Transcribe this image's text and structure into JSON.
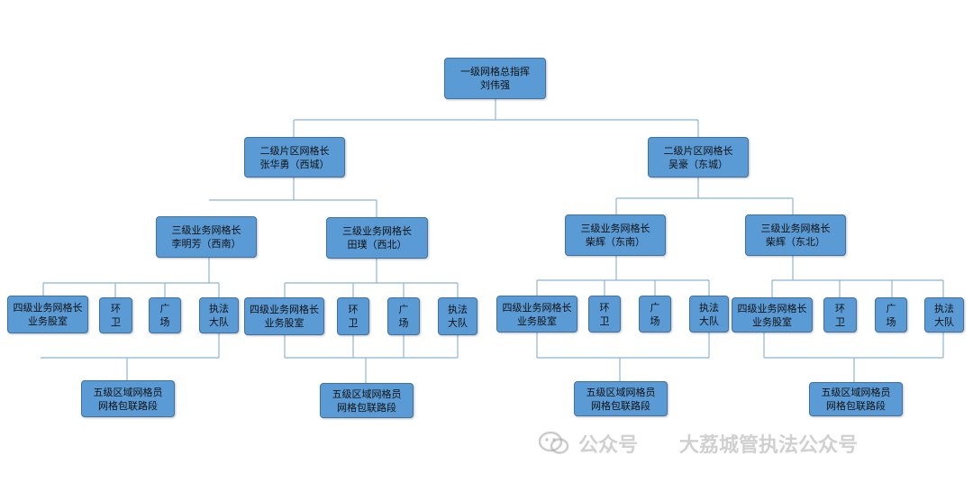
{
  "level1": {
    "line1": "一级网格总指挥",
    "line2": "刘伟强"
  },
  "level2": [
    {
      "line1": "二级片区网格长",
      "line2": "张华勇（西城）"
    },
    {
      "line1": "二级片区网格长",
      "line2": "吴豪（东城）"
    }
  ],
  "level3": [
    {
      "line1": "三级业务网格长",
      "line2": "李明芳（西南）"
    },
    {
      "line1": "三级业务网格长",
      "line2": "田璞（西北）"
    },
    {
      "line1": "三级业务网格长",
      "line2": "柴辉（东南）"
    },
    {
      "line1": "三级业务网格长",
      "line2": "柴辉（东北）"
    }
  ],
  "level4_groups": [
    [
      {
        "line1": "四级业务网格长",
        "line2": "业务股室"
      },
      {
        "line1": "环",
        "line2": "卫"
      },
      {
        "line1": "广",
        "line2": "场"
      },
      {
        "line1": "执法",
        "line2": "大队"
      }
    ],
    [
      {
        "line1": "四级业务网格长",
        "line2": "业务股室"
      },
      {
        "line1": "环",
        "line2": "卫"
      },
      {
        "line1": "广",
        "line2": "场"
      },
      {
        "line1": "执法",
        "line2": "大队"
      }
    ],
    [
      {
        "line1": "四级业务网格长",
        "line2": "业务股室"
      },
      {
        "line1": "环",
        "line2": "卫"
      },
      {
        "line1": "广",
        "line2": "场"
      },
      {
        "line1": "执法",
        "line2": "大队"
      }
    ],
    [
      {
        "line1": "四级业务网格长",
        "line2": "业务股室"
      },
      {
        "line1": "环",
        "line2": "卫"
      },
      {
        "line1": "广",
        "line2": "场"
      },
      {
        "line1": "执法",
        "line2": "大队"
      }
    ]
  ],
  "level5": [
    {
      "line1": "五级区域网格员",
      "line2": "网格包联路段"
    },
    {
      "line1": "五级区域网格员",
      "line2": "网格包联路段"
    },
    {
      "line1": "五级区域网格员",
      "line2": "网格包联路段"
    },
    {
      "line1": "五级区域网格员",
      "line2": "网格包联路段"
    }
  ],
  "watermark": {
    "left": "公众号",
    "right": "大荔城管执法公众号"
  },
  "colors": {
    "box_fill": "#5b9bd5",
    "box_border": "#41719c",
    "connector": "#8eb4d8"
  }
}
